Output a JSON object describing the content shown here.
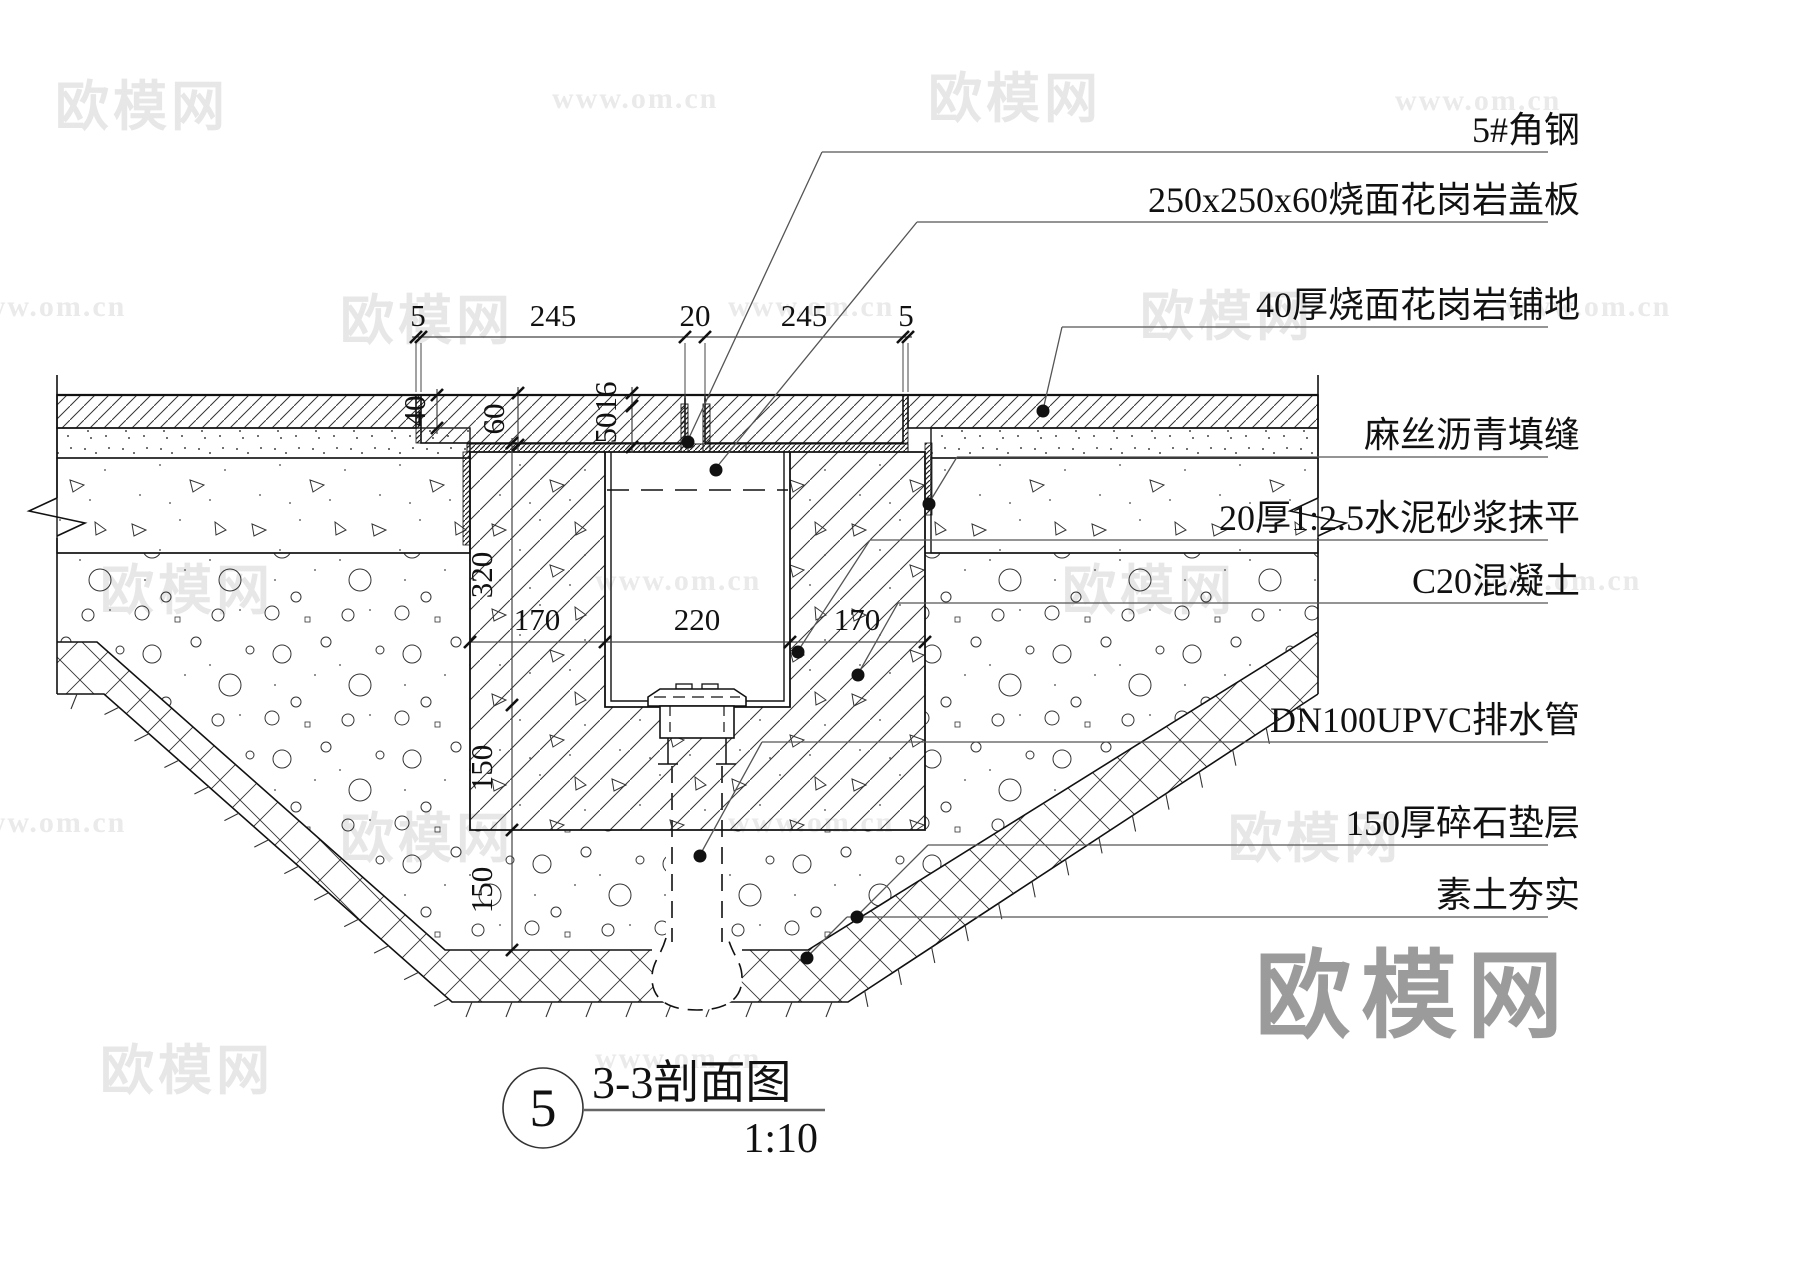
{
  "watermark": {
    "brand": "欧模网",
    "url": "www.om.cn"
  },
  "logo": "欧模网",
  "title_block": {
    "number": "5",
    "title": "3-3剖面图",
    "scale": "1:10"
  },
  "callouts": [
    "5#角钢",
    "250x250x60烧面花岗岩盖板",
    "40厚烧面花岗岩铺地",
    "麻丝沥青填缝",
    "20厚1:2.5水泥砂浆抹平",
    "C20混凝土",
    "DN100UPVC排水管",
    "150厚碎石垫层",
    "素土夯实"
  ],
  "dimensions": {
    "top": [
      "5",
      "245",
      "20",
      "245",
      "5"
    ],
    "thickness": [
      "40",
      "60",
      "16",
      "50"
    ],
    "width": [
      "170",
      "220",
      "170"
    ],
    "depth": [
      "320",
      "150",
      "150"
    ]
  }
}
